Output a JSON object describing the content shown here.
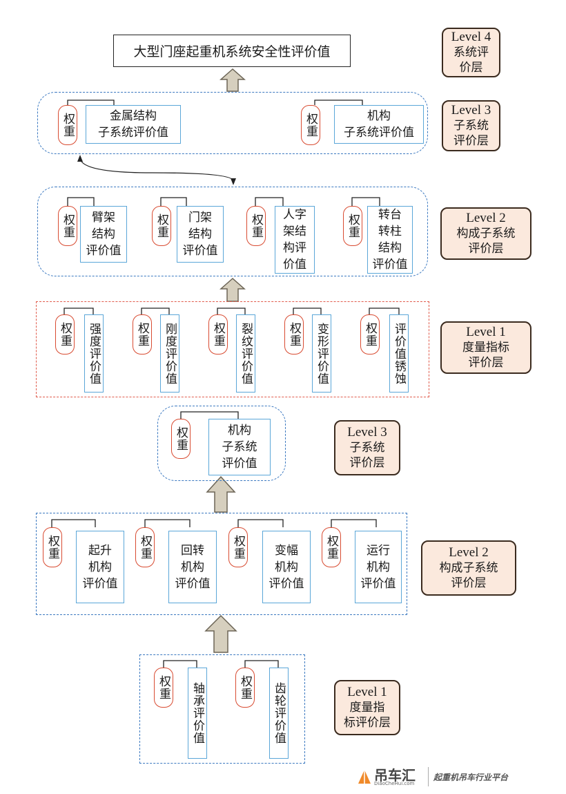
{
  "weight_label": "权重",
  "top": {
    "title": "大型门座起重机系统安全性评价值"
  },
  "levels": {
    "l4": {
      "level": "Level 4",
      "line1": "系统评",
      "line2": "价层"
    },
    "l3a": {
      "level": "Level 3",
      "line1": "子系统",
      "line2": "评价层"
    },
    "l2a": {
      "level": "Level 2",
      "line1": "构成子系统",
      "line2": "评价层"
    },
    "l1a": {
      "level": "Level 1",
      "line1": "度量指标",
      "line2": "评价层"
    },
    "l3b": {
      "level": "Level 3",
      "line1": "子系统",
      "line2": "评价层"
    },
    "l2b": {
      "level": "Level 2",
      "line1": "构成子系统",
      "line2": "评价层"
    },
    "l1b": {
      "level": "Level 1",
      "line1": "度量指",
      "line2": "标评价层"
    }
  },
  "level3_top": [
    {
      "value": "金属结构\n子系统评价值"
    },
    {
      "value": "机构\n子系统评价值"
    }
  ],
  "level2_top": [
    {
      "value": "臂架\n结构\n评价值"
    },
    {
      "value": "门架\n结构\n评价值"
    },
    {
      "value": "人字\n架结\n构评\n价值"
    },
    {
      "value": "转台\n转柱\n结构\n评价值"
    }
  ],
  "level1_top": [
    {
      "value": "强度评价值"
    },
    {
      "value": "刚度评价值"
    },
    {
      "value": "裂纹评价值"
    },
    {
      "value": "变形评价值"
    },
    {
      "value": "评价值锈蚀"
    }
  ],
  "level3_bottom": {
    "value": "机构\n子系统\n评价值"
  },
  "level2_bottom": [
    {
      "value": "起升\n机构\n评价值"
    },
    {
      "value": "回转\n机构\n评价值"
    },
    {
      "value": "变幅\n机构\n评价值"
    },
    {
      "value": "运行\n机构\n评价值"
    }
  ],
  "level1_bottom": [
    {
      "value": "轴承评价值"
    },
    {
      "value": "齿轮评价值"
    }
  ],
  "watermark": {
    "brand": "吊车汇",
    "domain": "DiaoCheHui.com",
    "slogan": "起重机吊车行业平台"
  },
  "colors": {
    "blue_dash": "#3a78c0",
    "red_dash": "#e05a4a",
    "weight_border": "#d84a30",
    "value_border": "#5aa6d8",
    "level_fill": "#fbe9dd",
    "arrow_fill": "#d6cfbe"
  }
}
